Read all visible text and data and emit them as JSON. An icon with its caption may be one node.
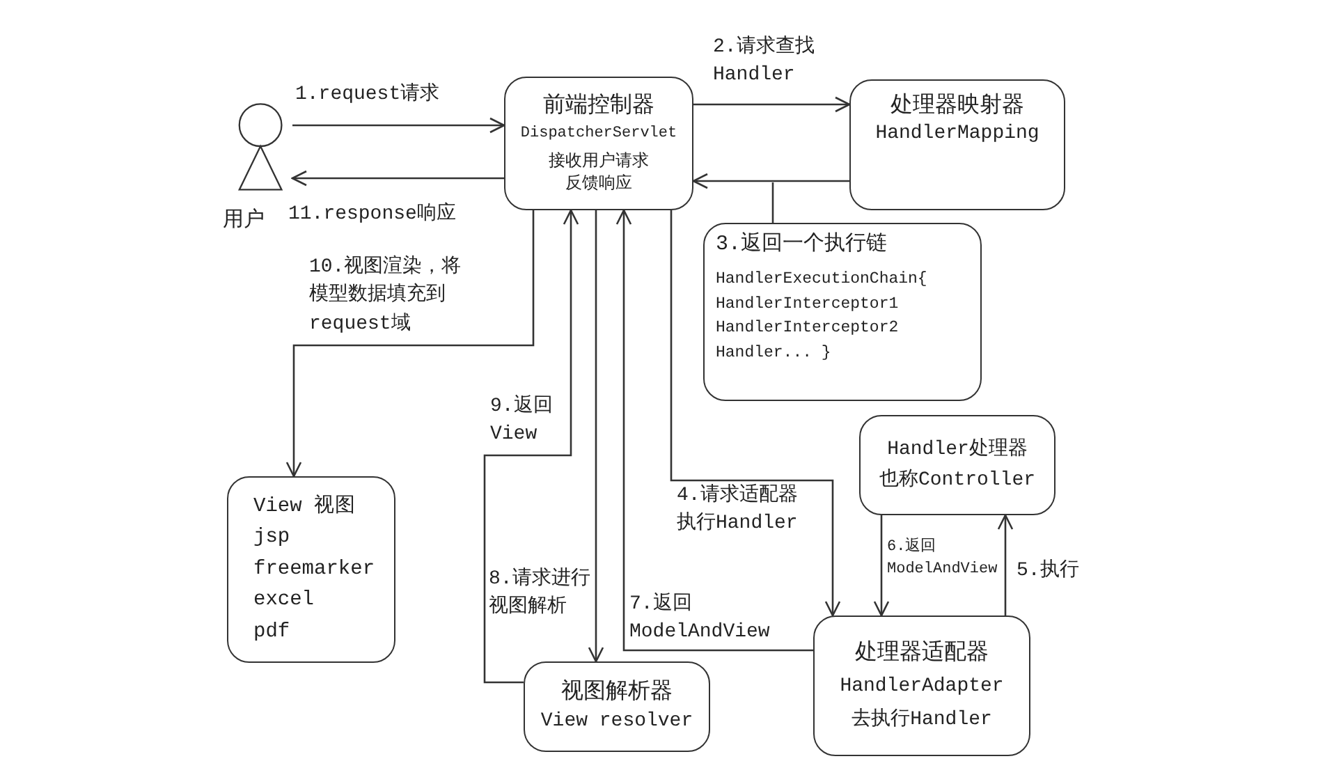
{
  "diagram": {
    "nodes": [
      {
        "text": [],
        "shape": "person",
        "beside": [
          "用户"
        ]
      },
      {
        "text": [
          "前端控制器",
          "DispatcherServlet",
          "接收用户请求反馈响应"
        ]
      },
      {
        "text": [
          "处理器映射器",
          "HandlerMapping"
        ]
      },
      {
        "text": [
          "3.返回一个执行链",
          "HandlerExecutionChain{ HandlerInterceptor1 HandlerInterceptor2 Handler... }"
        ]
      },
      {
        "text": [
          "Handler处理器也称Controller"
        ]
      },
      {
        "text": [
          "处理器适配器",
          "HandlerAdapter",
          "去执行Handler"
        ]
      },
      {
        "text": [
          "视图解析器",
          "View resolver"
        ]
      },
      {
        "text": [
          "View 视图",
          "jsp",
          "freemarker",
          "excel",
          "pdf"
        ]
      }
    ],
    "edges": [
      {
        "from": 0,
        "to": 1,
        "arrow": "to",
        "label": "1.request请求"
      },
      {
        "from": 1,
        "to": 0,
        "arrow": "to",
        "label": "11.response响应"
      },
      {
        "from": 1,
        "to": 2,
        "arrow": "to",
        "label": "2.请求查找 Handler"
      },
      {
        "from": 2,
        "to": 1,
        "arrow": "to"
      },
      {
        "from": 3,
        "to": null,
        "arrow": "none"
      },
      {
        "from": 1,
        "to": 5,
        "arrow": "to",
        "label": "4.请求适配器执行Handler"
      },
      {
        "from": 5,
        "to": 4,
        "arrow": "to",
        "label": "5.执行"
      },
      {
        "from": 4,
        "to": 5,
        "arrow": "to",
        "label": "6.返回 ModelAndView"
      },
      {
        "from": 5,
        "to": 1,
        "arrow": "to",
        "label": "7.返回 ModelAndView"
      },
      {
        "from": 1,
        "to": 6,
        "arrow": "to",
        "label": "8.请求进行视图解析"
      },
      {
        "from": 6,
        "to": 1,
        "arrow": "to",
        "label": "9.返回 View"
      },
      {
        "from": 1,
        "to": 7,
        "arrow": "to",
        "label": "10.视图渲染，将模型数据填充到request域"
      }
    ]
  }
}
